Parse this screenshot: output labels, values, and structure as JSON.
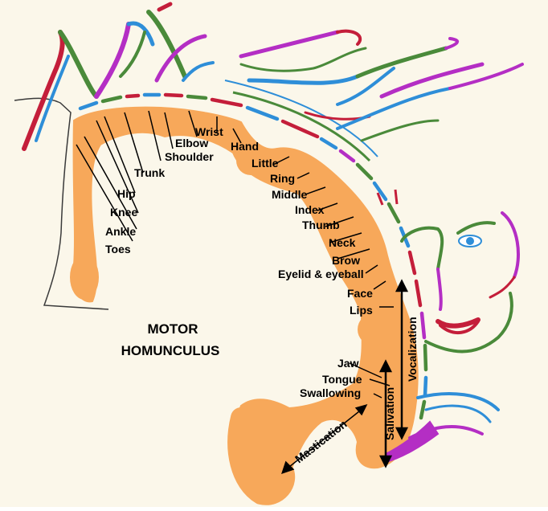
{
  "diagram": {
    "title_line1": "MOTOR",
    "title_line2": "HOMUNCULUS",
    "labels": {
      "toes": "Toes",
      "ankle": "Ankle",
      "knee": "Knee",
      "hip": "Hip",
      "trunk": "Trunk",
      "shoulder": "Shoulder",
      "elbow": "Elbow",
      "wrist": "Wrist",
      "hand": "Hand",
      "little": "Little",
      "ring": "Ring",
      "middle": "Middle",
      "index": "Index",
      "thumb": "Thumb",
      "neck": "Neck",
      "brow": "Brow",
      "eyelid": "Eyelid & eyeball",
      "face": "Face",
      "lips": "Lips",
      "jaw": "Jaw",
      "tongue": "Tongue",
      "swallowing": "Swallowing",
      "vocalization": "Vocalization",
      "salivation": "Salivation",
      "mastication": "Mastication"
    },
    "colors": {
      "background": "#fbf7ea",
      "cortex": "#f7a85a",
      "outline": "#3a3a3a",
      "red": "#c41e3a",
      "blue": "#2e8ed8",
      "green": "#4a8a3a",
      "magenta": "#b42ec4",
      "text": "#000000"
    }
  }
}
